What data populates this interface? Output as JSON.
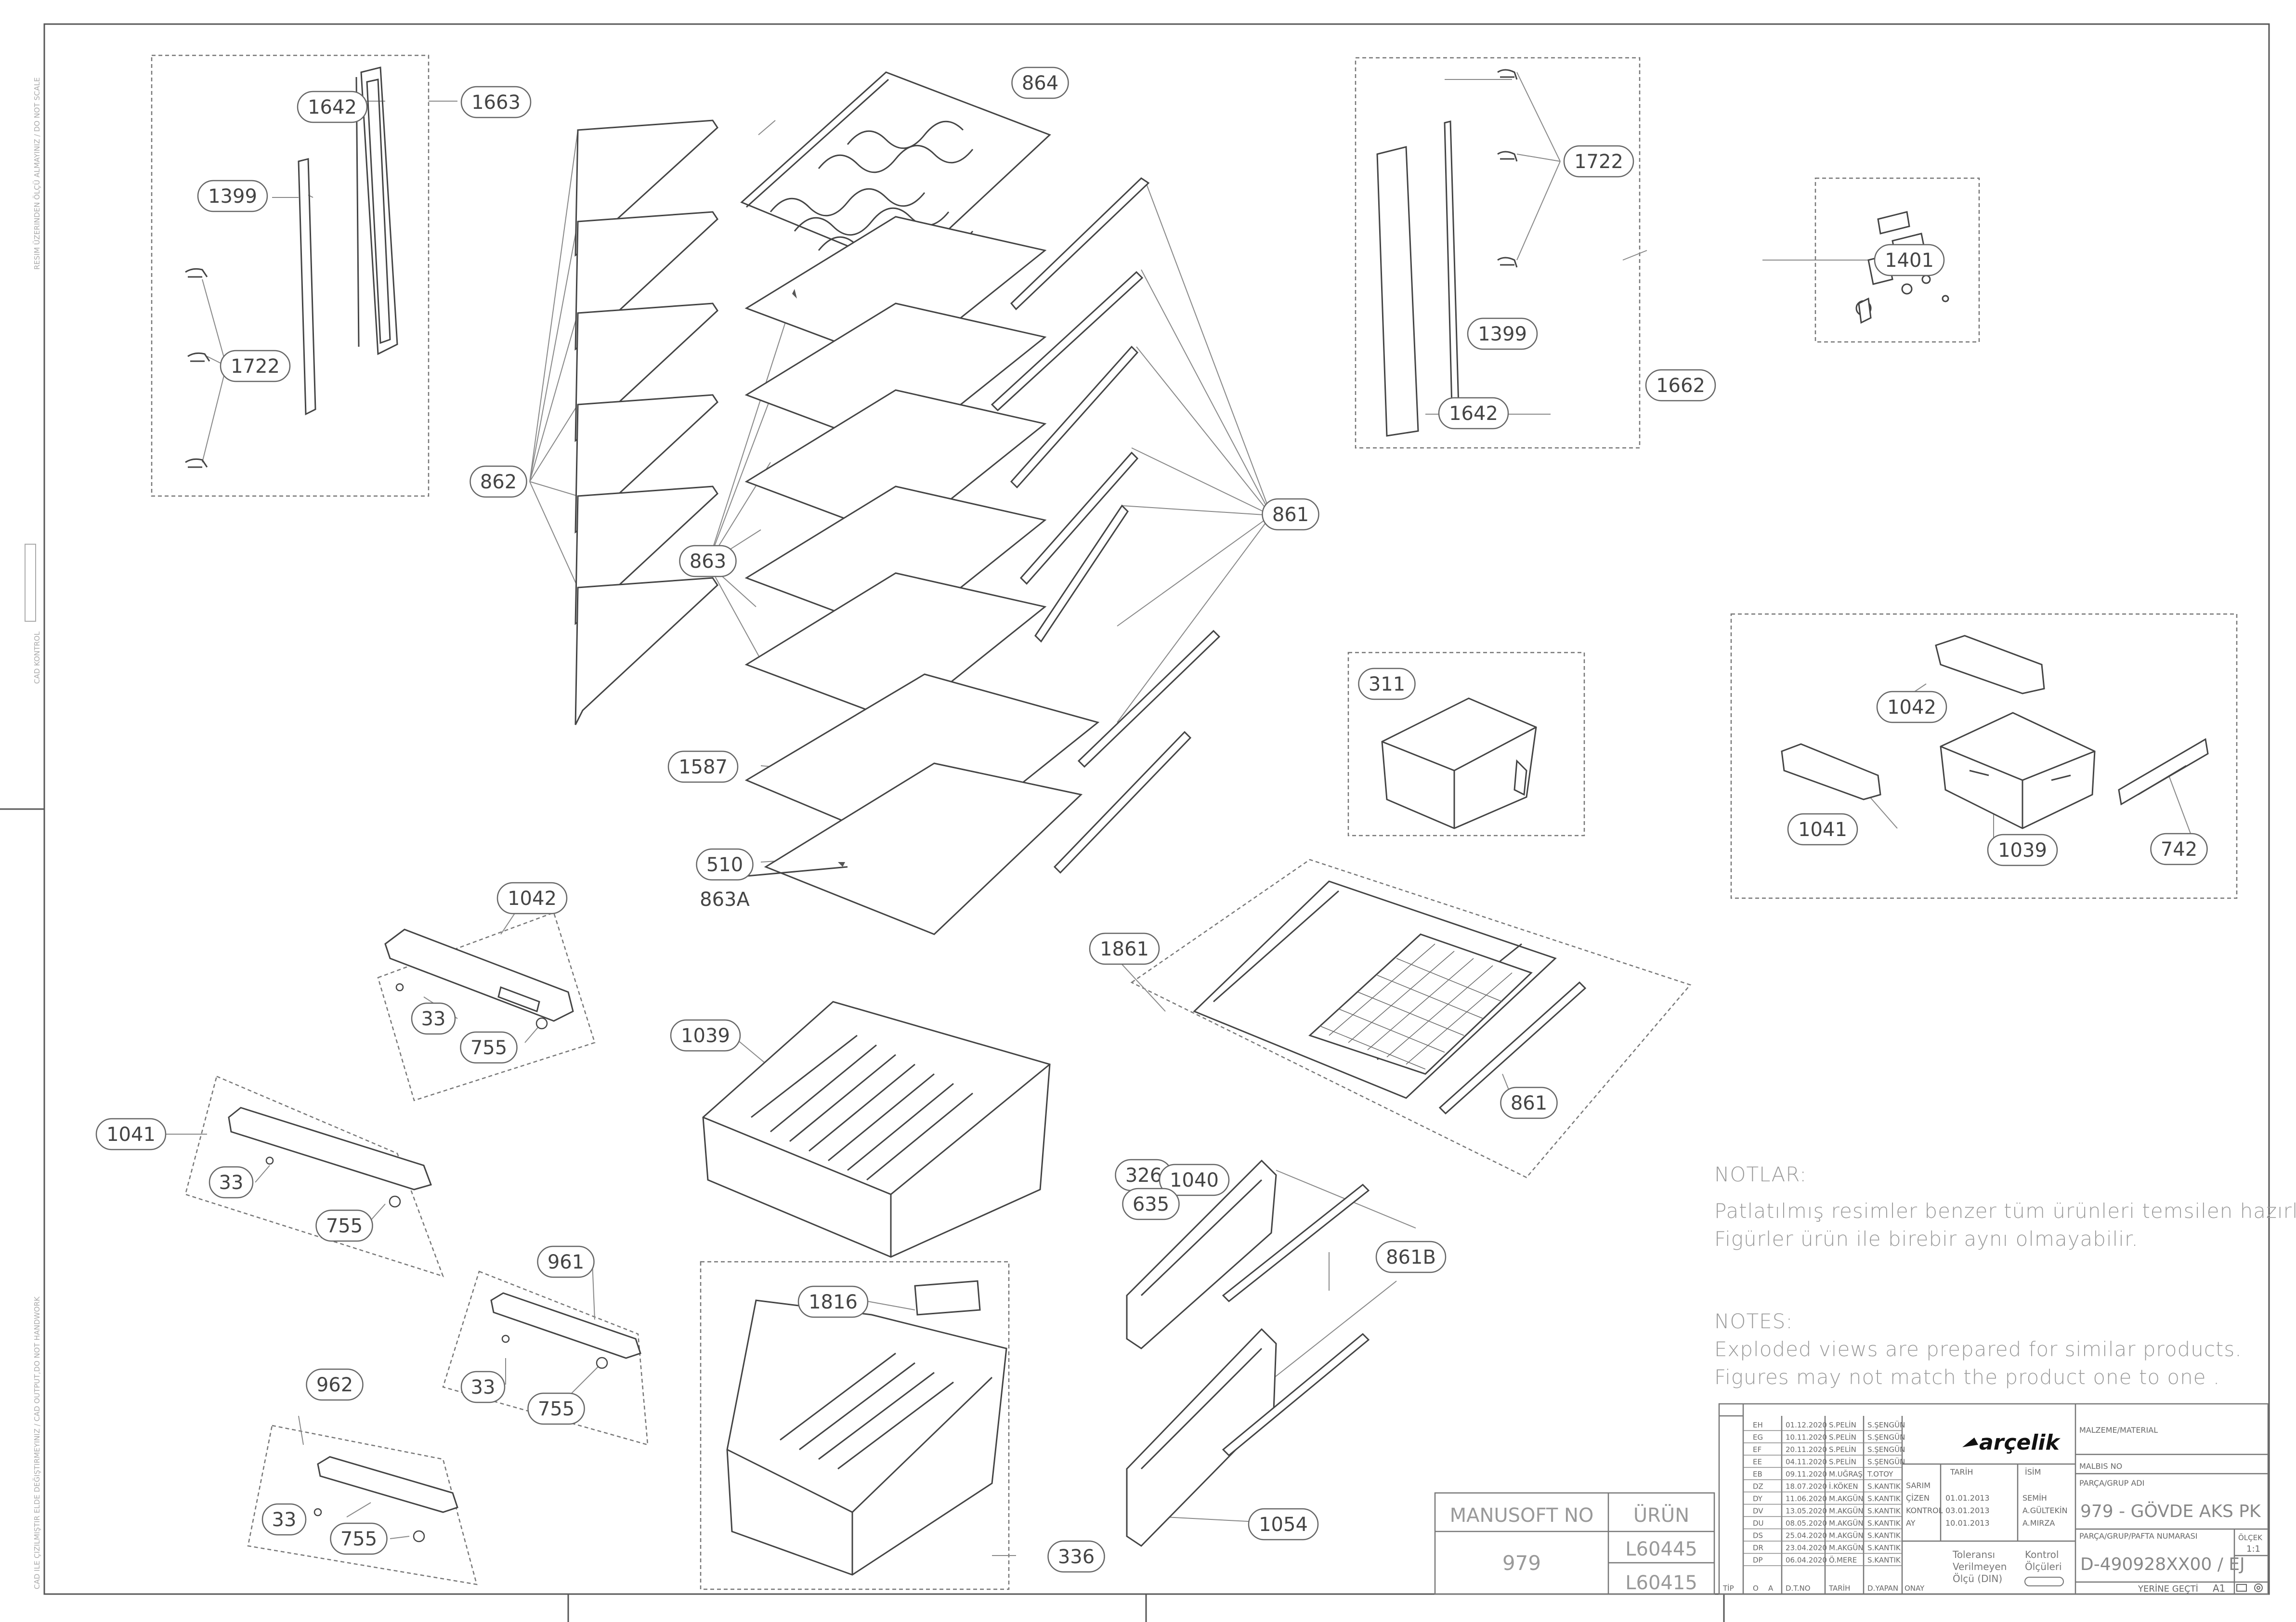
{
  "callouts": [
    {
      "id": "c1642a",
      "label": "1642"
    },
    {
      "id": "c1663",
      "label": "1663"
    },
    {
      "id": "c1399a",
      "label": "1399"
    },
    {
      "id": "c1722a",
      "label": "1722"
    },
    {
      "id": "c864",
      "label": "864"
    },
    {
      "id": "c862",
      "label": "862"
    },
    {
      "id": "c863",
      "label": "863"
    },
    {
      "id": "c1587",
      "label": "1587"
    },
    {
      "id": "c510",
      "label": "510"
    },
    {
      "id": "c863A",
      "label": "863A"
    },
    {
      "id": "c861a",
      "label": "861"
    },
    {
      "id": "c1722b",
      "label": "1722"
    },
    {
      "id": "c1399b",
      "label": "1399"
    },
    {
      "id": "c1642b",
      "label": "1642"
    },
    {
      "id": "c1662",
      "label": "1662"
    },
    {
      "id": "c1401",
      "label": "1401"
    },
    {
      "id": "c311",
      "label": "311"
    },
    {
      "id": "c1042a",
      "label": "1042"
    },
    {
      "id": "c1041a",
      "label": "1041"
    },
    {
      "id": "c1039a",
      "label": "1039"
    },
    {
      "id": "c742",
      "label": "742"
    },
    {
      "id": "c1042b",
      "label": "1042"
    },
    {
      "id": "c33a",
      "label": "33"
    },
    {
      "id": "c755a",
      "label": "755"
    },
    {
      "id": "c1039b",
      "label": "1039"
    },
    {
      "id": "c1861",
      "label": "1861"
    },
    {
      "id": "c861b",
      "label": "861"
    },
    {
      "id": "c1041b",
      "label": "1041"
    },
    {
      "id": "c33b",
      "label": "33"
    },
    {
      "id": "c755b",
      "label": "755"
    },
    {
      "id": "c961",
      "label": "961"
    },
    {
      "id": "c33c",
      "label": "33"
    },
    {
      "id": "c755c",
      "label": "755"
    },
    {
      "id": "c962",
      "label": "962"
    },
    {
      "id": "c33d",
      "label": "33"
    },
    {
      "id": "c755d",
      "label": "755"
    },
    {
      "id": "c1816",
      "label": "1816"
    },
    {
      "id": "c336",
      "label": "336"
    },
    {
      "id": "c326",
      "label": "326"
    },
    {
      "id": "c1040",
      "label": "1040"
    },
    {
      "id": "c635",
      "label": "635"
    },
    {
      "id": "c861B",
      "label": "861B"
    },
    {
      "id": "c1054",
      "label": "1054"
    }
  ],
  "notes": {
    "tr_heading": "NOTLAR:",
    "tr_line1": "Patlatılmış  resimler benzer tüm ürünleri temsilen  hazırlanmıştır.",
    "tr_line2": "Figürler ürün ile birebir aynı olmayabilir.",
    "en_heading": "NOTES:",
    "en_line1": "Exploded views are prepared for similar products.",
    "en_line2": "Figures  may not match the product one to one ."
  },
  "side_texts": {
    "top": "RESIM ÜZERINDEN ÖLÇÜ ALMAYINIZ / DO NOT SCALE",
    "middle": "CAD KONTROL",
    "bottom": "CAD ILE ÇIZILMIŞTIR ELDE DEĞIŞTIRMEYINIZ / CAD OUTPUT,DO NOT HANDWORK"
  },
  "title_block": {
    "manusoft_header": "MANUSOFT NO",
    "manusoft_value": "979",
    "urun_header": "ÜRÜN",
    "urun_values": [
      "L60445",
      "L60415"
    ],
    "brand": "arçelik",
    "material_label": "MALZEME/MATERIAL",
    "malbis_label": "MALBIS NO",
    "parca_label": "PARÇA/GRUP ADI",
    "parca_value": "979 - GÖVDE AKS PK",
    "number_label": "PARÇA/GRUP/PAFTA NUMARASI",
    "number_value": "D-490928XX00 / EJ",
    "scale_label": "ÖLÇEK",
    "scale_value": "1:1",
    "replaces": "YERİNE GEÇTİ",
    "sheet": "A1",
    "tolerance": [
      "Toleransı",
      "Verilmeyen",
      "Ölçü (DIN)"
    ],
    "control": [
      "Kontrol",
      "Ölçüleri"
    ],
    "sign_headers": [
      "TARİH",
      "İSİM"
    ],
    "sign_roles": [
      "ÇİZEN",
      "KONTROL"
    ],
    "sign_rows": [
      [
        "SARIM",
        "",
        ""
      ],
      [
        "ÇİZEN",
        "01.01.2013",
        "SEMİH"
      ],
      [
        "KONTROL",
        "03.01.2013",
        "A.GÜLTEKİN"
      ],
      [
        "AY",
        "10.01.2013",
        "A.MIRZA"
      ]
    ],
    "revisions": [
      [
        "EH",
        "01.12.2020",
        "S.PELİN",
        "S.ŞENGÜN"
      ],
      [
        "EG",
        "10.11.2020",
        "S.PELİN",
        "S.ŞENGÜN"
      ],
      [
        "EF",
        "20.11.2020",
        "S.PELİN",
        "S.ŞENGÜN"
      ],
      [
        "EE",
        "04.11.2020",
        "S.PELİN",
        "S.ŞENGÜN"
      ],
      [
        "EB",
        "09.11.2020",
        "M.UĞRAŞ",
        "T.OTOY"
      ],
      [
        "DZ",
        "18.07.2020",
        "İ.KÖKEN",
        "S.KANTIK"
      ],
      [
        "DY",
        "11.06.2020",
        "M.AKGÜN",
        "S.KANTIK"
      ],
      [
        "DV",
        "13.05.2020",
        "M.AKGÜN",
        "S.KANTIK"
      ],
      [
        "DU",
        "08.05.2020",
        "M.AKGÜN",
        "S.KANTIK"
      ],
      [
        "DS",
        "25.04.2020",
        "M.AKGÜN",
        "S.KANTIK"
      ],
      [
        "DR",
        "23.04.2020",
        "M.AKGÜN",
        "S.KANTIK"
      ],
      [
        "DP",
        "06.04.2020",
        "Ö.MERE",
        "S.KANTIK"
      ]
    ],
    "footer": [
      "TİP",
      "O",
      "A",
      "D.T.NO",
      "TARİH",
      "D.YAPAN",
      "ONAY"
    ]
  }
}
